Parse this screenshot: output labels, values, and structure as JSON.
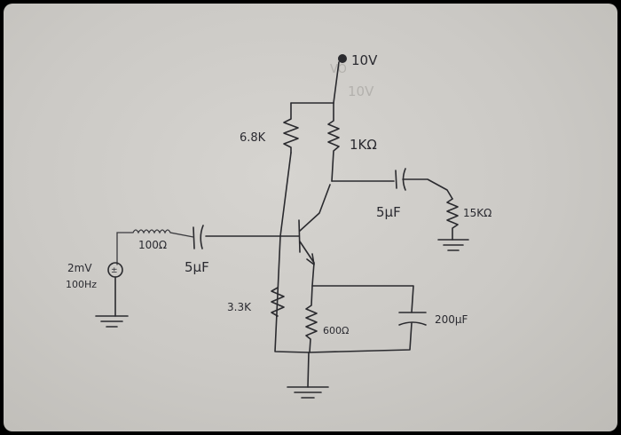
{
  "labels": {
    "supply": "10V",
    "r_bias_top": "6.8K",
    "r_collector": "1KΩ",
    "c_output": "5μF",
    "r_load": "15KΩ",
    "r_source": "100Ω",
    "c_input": "5μF",
    "source_amplitude": "2mV",
    "source_frequency": "100Hz",
    "r_bias_bottom": "3.3K",
    "r_emitter": "600Ω",
    "c_bypass": "200μF"
  },
  "ghost_text": [
    "VO",
    "10V"
  ]
}
